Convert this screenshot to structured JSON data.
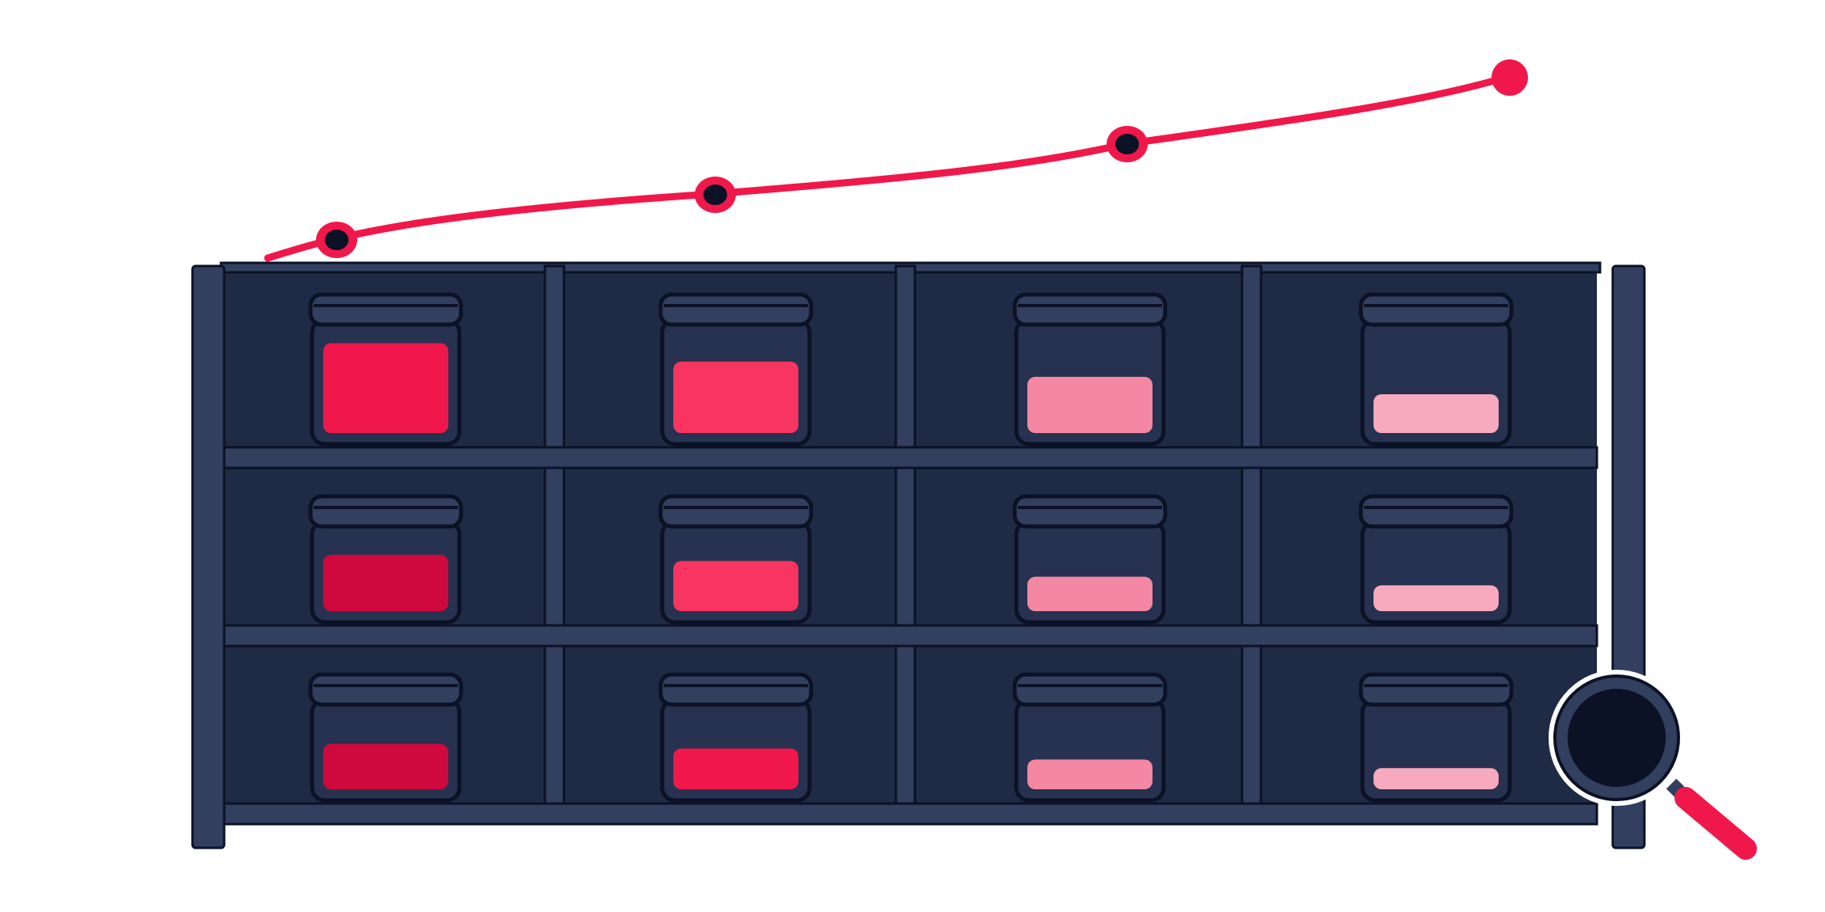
{
  "palette": {
    "background": "#ffffff",
    "shelf_frame": "#323f5e",
    "shelf_back": "#1f2a44",
    "outline": "#0b1226",
    "jar_glass": "#26324f",
    "trend_line": "#f0184b",
    "marker_core": "#0b1226",
    "magnifier_lens": "#0b1226",
    "magnifier_handle": "#f0184b"
  },
  "trend": {
    "direction": "rising",
    "marker_count": 4
  },
  "shelf": {
    "rows": [
      {
        "jars": [
          {
            "fill_level": 0.88,
            "color": "#f0184b"
          },
          {
            "fill_level": 0.7,
            "color": "#f73560"
          },
          {
            "fill_level": 0.55,
            "color": "#f487a2"
          },
          {
            "fill_level": 0.38,
            "color": "#f7a9bd"
          }
        ]
      },
      {
        "jars": [
          {
            "fill_level": 0.72,
            "color": "#cf093d"
          },
          {
            "fill_level": 0.64,
            "color": "#f73560"
          },
          {
            "fill_level": 0.44,
            "color": "#f487a2"
          },
          {
            "fill_level": 0.33,
            "color": "#f7a9bd"
          }
        ]
      },
      {
        "jars": [
          {
            "fill_level": 0.58,
            "color": "#cf093d"
          },
          {
            "fill_level": 0.52,
            "color": "#f0184b"
          },
          {
            "fill_level": 0.38,
            "color": "#f487a2"
          },
          {
            "fill_level": 0.27,
            "color": "#f7a9bd"
          }
        ]
      }
    ]
  },
  "magnifier": {
    "icon": "magnifying-glass-icon"
  }
}
